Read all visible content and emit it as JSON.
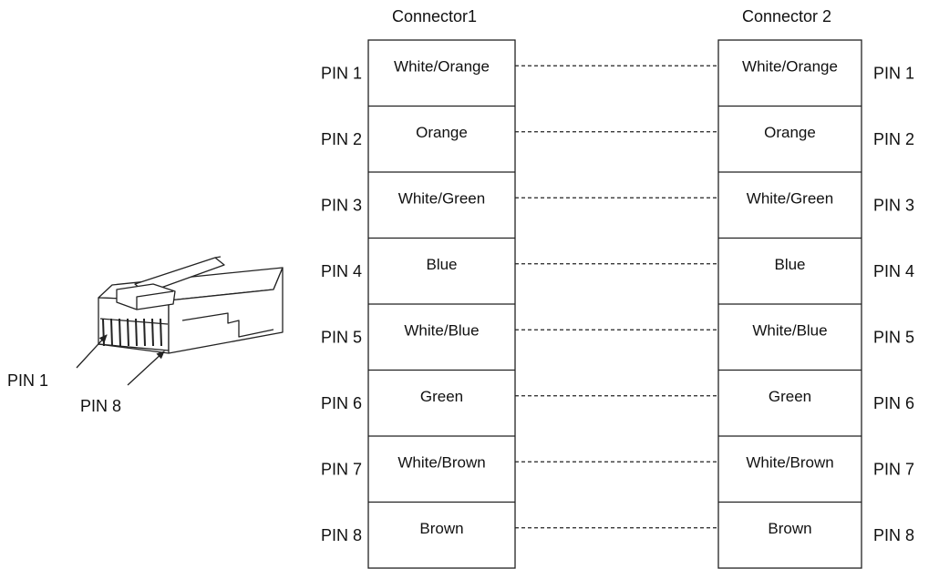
{
  "connector1": {
    "title": "Connector1",
    "pin_labels": [
      "PIN 1",
      "PIN 2",
      "PIN 3",
      "PIN 4",
      "PIN 5",
      "PIN 6",
      "PIN 7",
      "PIN 8"
    ],
    "wires": [
      "White/Orange",
      "Orange",
      "White/Green",
      "Blue",
      "White/Blue",
      "Green",
      "White/Brown",
      "Brown"
    ]
  },
  "connector2": {
    "title": "Connector 2",
    "pin_labels": [
      "PIN 1",
      "PIN 2",
      "PIN 3",
      "PIN 4",
      "PIN 5",
      "PIN 6",
      "PIN 7",
      "PIN 8"
    ],
    "wires": [
      "White/Orange",
      "Orange",
      "White/Green",
      "Blue",
      "White/Blue",
      "Green",
      "White/Brown",
      "Brown"
    ]
  },
  "plug": {
    "pin_first_label": "PIN 1",
    "pin_last_label": "PIN 8"
  },
  "colors": {
    "line": "#222222",
    "text": "#111111",
    "background": "#ffffff"
  }
}
